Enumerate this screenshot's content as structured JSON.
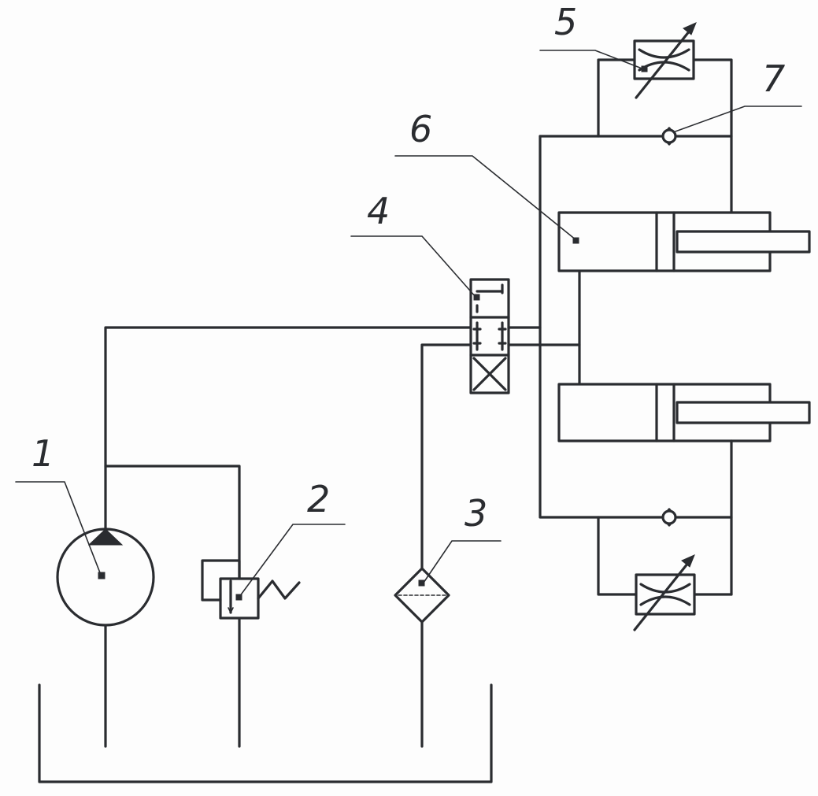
{
  "labels": {
    "pump": "1",
    "relief_valve": "2",
    "filter": "3",
    "directional_valve": "4",
    "throttle_valve": "5",
    "cylinder": "6",
    "check_valve": "7"
  },
  "colors": {
    "line": "#2a2c30",
    "background": "#fdfdfd"
  }
}
